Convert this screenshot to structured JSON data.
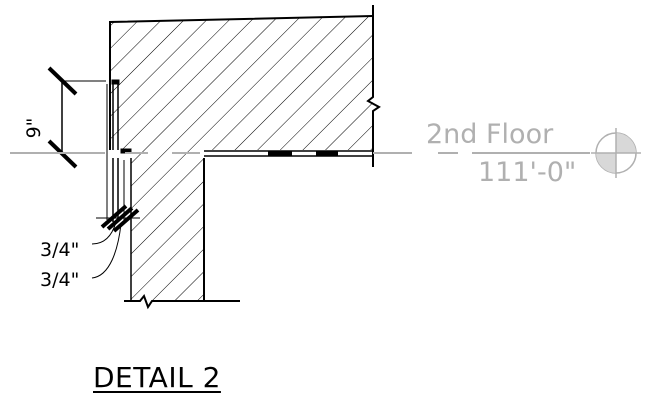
{
  "dimension": {
    "value": "9\""
  },
  "level": {
    "name": "2nd Floor",
    "elevation": "111'-0\""
  },
  "callouts": [
    "3/4\"",
    "3/4\""
  ],
  "detail_title": "DETAIL 2",
  "colors": {
    "line": "#000000",
    "level_gray": "#b0b0b0",
    "marker_fill": "#d8d8d8"
  }
}
